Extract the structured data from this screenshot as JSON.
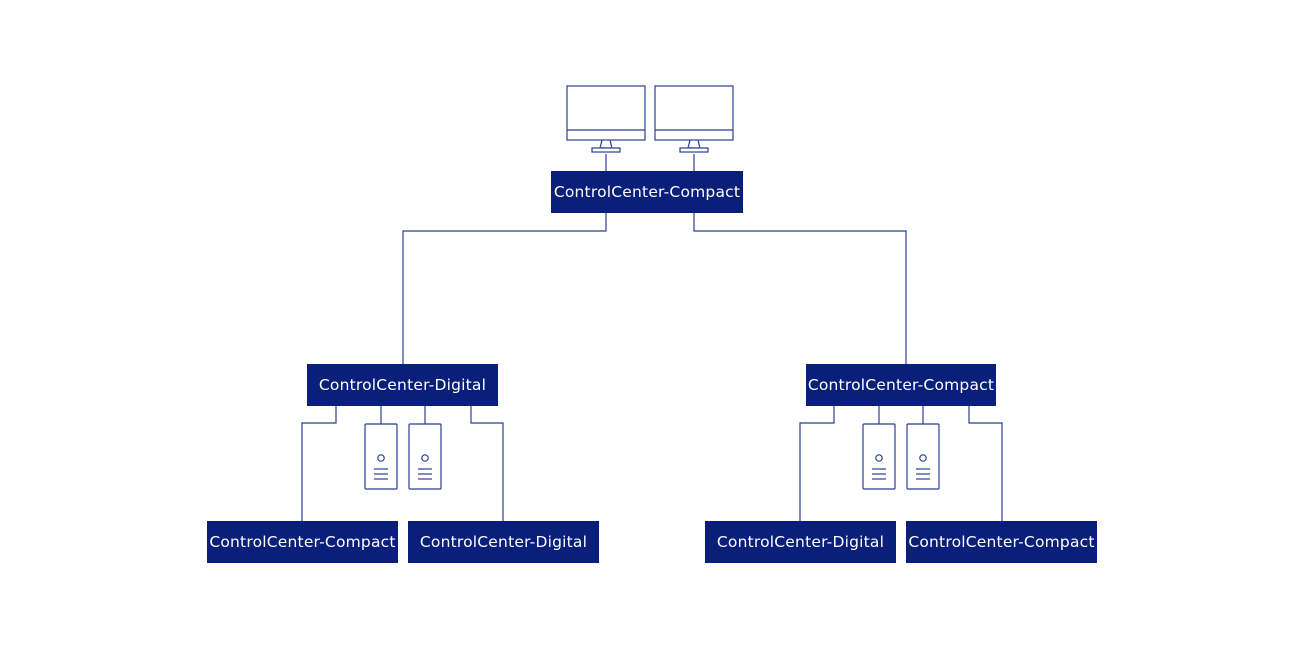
{
  "diagram": {
    "root": {
      "label": "ControlCenter-Compact"
    },
    "left_hub": {
      "label": "ControlCenter-Digital"
    },
    "right_hub": {
      "label": "ControlCenter-Compact"
    },
    "leaves": [
      {
        "label": "ControlCenter-Compact"
      },
      {
        "label": "ControlCenter-Digital"
      },
      {
        "label": "ControlCenter-Digital"
      },
      {
        "label": "ControlCenter-Compact"
      }
    ],
    "icons": {
      "monitor": "monitor-icon",
      "computer": "computer-tower-icon"
    },
    "colors": {
      "box": "#0a1f7a",
      "line": "#2a3f8f",
      "text": "#ffffff"
    }
  }
}
